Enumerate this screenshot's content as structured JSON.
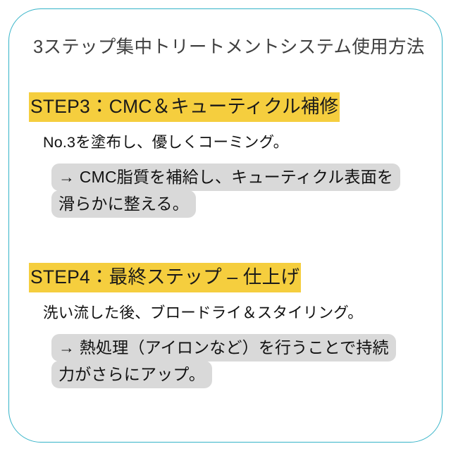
{
  "card": {
    "border_color": "#35b3c8",
    "background": "#ffffff"
  },
  "title": "3ステップ集中トリートメントシステム使用方法",
  "colors": {
    "highlight_yellow": "#f5ce3e",
    "callout_gray": "#d9d9d9",
    "title_text": "#3f3f3f",
    "body_text": "#111111"
  },
  "steps": [
    {
      "id": "step3",
      "heading": "STEP3：CMC＆キューティクル補修",
      "subtext": "No.3を塗布し、優しくコーミング。",
      "callout": "→ CMC脂質を補給し、キューティクル表面を滑らかに整える。"
    },
    {
      "id": "step4",
      "heading": "STEP4：最終ステップ – 仕上げ",
      "subtext": "洗い流した後、ブロードライ＆スタイリング。",
      "callout": "→ 熱処理（アイロンなど）を行うことで持続力がさらにアップ。"
    }
  ]
}
